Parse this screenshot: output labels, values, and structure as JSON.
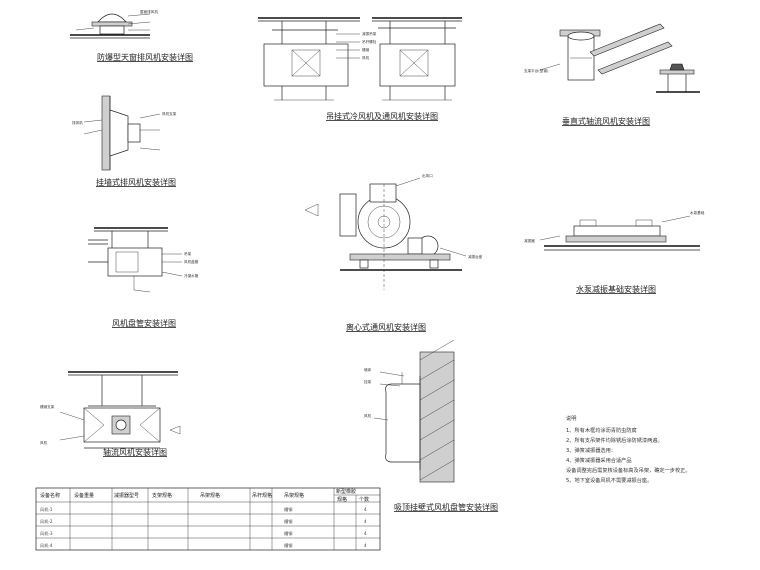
{
  "captions": {
    "d1": "防爆型天窗排风机安装详图",
    "d2": "吊挂式冷风机及通风机安装详图",
    "d3": "垂直式轴流风机安装详图",
    "d4": "挂墙式排风机安装详图",
    "d5": "风机盘管安装详图",
    "d6": "离心式通风机安装详图",
    "d7": "水泵减振基础安装详图",
    "d8": "轴流风机安装详图",
    "d9": "吸顶挂壁式风机盘管安装详图"
  },
  "notes": {
    "title": "说明",
    "lines": [
      "1、所有木框均涂沥青防虫防腐",
      "2、所有支吊架件均除锈后涂防锈漆两遍。",
      "3、弹簧减振器选用：",
      "4、弹簧减振器采用合适产品",
      "设备调整完后需复核设备标高及吊架，确定一步校正。",
      "5、地下室设备风机不需要减振台座。"
    ]
  },
  "table": {
    "headers": [
      "设备名称",
      "设备重量",
      "减振器型号",
      "支架规格",
      "吊杆规格",
      "吊架规格",
      "新型橡胶",
      "规格",
      "个数"
    ],
    "rows": [
      [
        "风机-1",
        "",
        "",
        "",
        "",
        "",
        "槽钢",
        "",
        "4"
      ],
      [
        "风机-2",
        "",
        "",
        "",
        "",
        "",
        "槽钢",
        "",
        "4"
      ],
      [
        "风机-3",
        "",
        "",
        "",
        "",
        "",
        "槽钢",
        "",
        "4"
      ],
      [
        "风机-4",
        "",
        "",
        "",
        "",
        "",
        "槽钢",
        "",
        "4"
      ]
    ]
  }
}
